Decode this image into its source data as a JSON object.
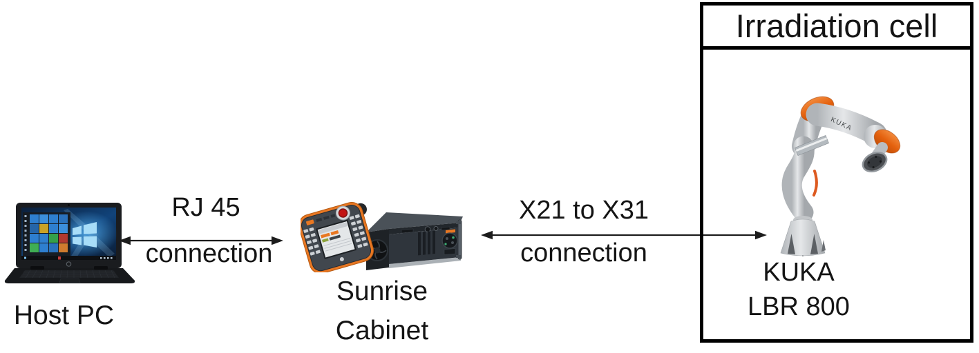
{
  "figure": {
    "background": "#ffffff",
    "text_color": "#141414"
  },
  "host_pc": {
    "label": "Host PC",
    "image": "dell-laptop-windows10-photo"
  },
  "rj45_link": {
    "line1": "RJ 45",
    "line2": "connection"
  },
  "sunrise_cabinet": {
    "line1": "Sunrise",
    "line2": "Cabinet",
    "image": "kuka-smartpad-and-control-cabinet-photo"
  },
  "x21_link": {
    "line1": "X21 to X31",
    "line2": "connection"
  },
  "irradiation_cell": {
    "title": "Irradiation cell"
  },
  "robot": {
    "line1": "KUKA",
    "line2": "LBR 800",
    "arm_marking": "KUKA",
    "image": "kuka-lbr-robot-arm-photo"
  },
  "colors": {
    "kuka_orange": "#e87320",
    "robot_silver": "#cdd0d3",
    "cabinet_grey": "#2f353c",
    "windows_blue": "#a8ddf8",
    "estop_red": "#c21414",
    "arrow_black": "#1c1c1c",
    "border_black": "#000000"
  }
}
